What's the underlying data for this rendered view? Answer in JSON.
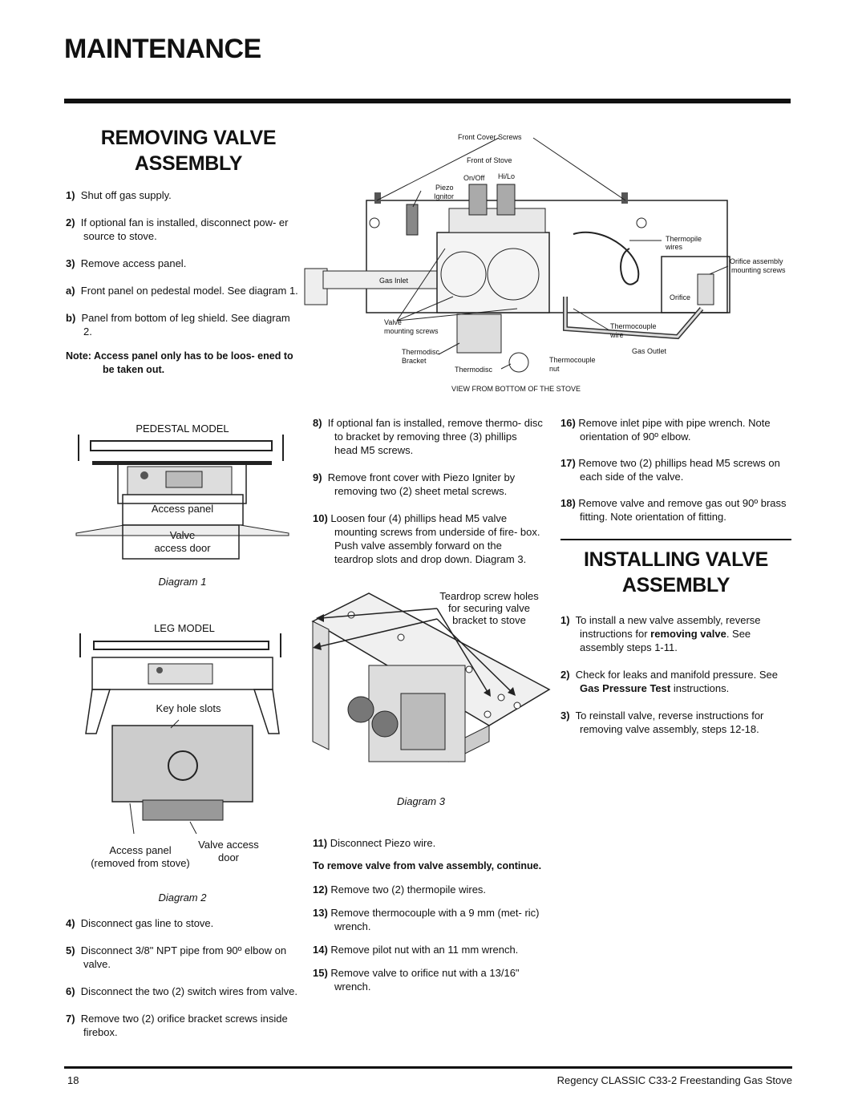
{
  "page": {
    "title": "MAINTENANCE",
    "page_number": "18",
    "footer_text": "Regency CLASSIC C33-2 Freestanding Gas Stove"
  },
  "removing": {
    "title_line1": "REMOVING  VALVE",
    "title_line2": "ASSEMBLY",
    "steps": [
      {
        "n": "1)",
        "text": "Shut off gas supply."
      },
      {
        "n": "2)",
        "text": "If optional fan is installed, disconnect pow- er source to stove."
      },
      {
        "n": "3)",
        "text": "Remove access panel."
      },
      {
        "n": "a)",
        "text": "Front panel on pedestal model. See diagram 1."
      },
      {
        "n": "b)",
        "text": "Panel from bottom of leg shield.  See diagram 2."
      }
    ],
    "note": "Note:  Access panel only has to be loos- ened to be taken out.",
    "steps_after": [
      {
        "n": "4)",
        "text": "Disconnect gas line to stove."
      },
      {
        "n": "5)",
        "text": "Disconnect 3/8\" NPT pipe from 90º elbow on valve."
      },
      {
        "n": "6)",
        "text": "Disconnect the two (2) switch wires from valve."
      },
      {
        "n": "7)",
        "text": "Remove two (2) orifice bracket screws inside firebox."
      }
    ],
    "mid_steps": [
      {
        "n": "8)",
        "text": "If optional fan is installed, remove thermo- disc to bracket by removing three (3) phillips head M5 screws."
      },
      {
        "n": "9)",
        "text": "Remove front cover with Piezo Igniter by removing two (2) sheet metal screws."
      },
      {
        "n": "10)",
        "text": "Loosen four (4) phillips head M5 valve mounting screws from underside of fire- box. Push valve assembly forward on the teardrop slots and drop down. Diagram 3."
      }
    ],
    "mid_steps_after": [
      {
        "n": "11)",
        "text": "Disconnect Piezo wire."
      }
    ],
    "continue_note": "To remove valve from valve assembly, continue.",
    "mid_steps_end": [
      {
        "n": "12)",
        "text": "Remove two (2) thermopile wires."
      },
      {
        "n": "13)",
        "text": "Remove thermocouple with a 9 mm (met- ric)  wrench."
      },
      {
        "n": "14)",
        "text": "Remove pilot nut with an 11 mm wrench."
      },
      {
        "n": "15)",
        "text": "Remove valve to orifice nut with a 13/16\" wrench."
      }
    ],
    "right_steps": [
      {
        "n": "16)",
        "text": "Remove inlet pipe with pipe wrench. Note orientation of 90º elbow."
      },
      {
        "n": "17)",
        "text": "Remove two (2) phillips head M5 screws on each side of the valve."
      },
      {
        "n": "18)",
        "text": "Remove valve and remove gas out 90º brass fitting. Note orientation of fitting."
      }
    ]
  },
  "installing": {
    "title_line1": "INSTALLING  VALVE",
    "title_line2": "ASSEMBLY",
    "step1_n": "1)",
    "step1_a": "To install a new valve assembly, reverse instructions for ",
    "step1_b": "removing valve",
    "step1_c": ".  See assembly steps 1-11.",
    "step2_n": "2)",
    "step2_a": "Check for leaks and manifold pressure. See ",
    "step2_b": "Gas Pressure Test",
    "step2_c": "   instructions.",
    "step3_n": "3)",
    "step3": "To reinstall valve, reverse instructions for removing valve assembly, steps 12-18."
  },
  "diagram_top": {
    "labels": {
      "front_cover_screws": "Front Cover Screws",
      "front_of_stove": "Front of Stove",
      "on_off": "On/Off",
      "hi_lo": "Hi/Lo",
      "piezo": "Piezo",
      "ignitor": "Ignitor",
      "thermopile": "Thermopile",
      "wires": "wires",
      "orifice_assembly": "Orifice assembly",
      "mounting_screws": "mounting screws",
      "gas_inlet": "Gas Inlet",
      "orifice": "Orifice",
      "valve": "Valve",
      "valve_mounting_screws": "mounting screws",
      "thermocouple_wire_1": "Thermocouple",
      "thermocouple_wire_2": "wire",
      "thermodisc_bracket_1": "Thermodisc",
      "thermodisc_bracket_2": "Bracket",
      "thermodisc": "Thermodisc",
      "gas_outlet": "Gas Outlet",
      "thermocouple_nut_1": "Thermocouple",
      "thermocouple_nut_2": "nut",
      "view": "VIEW FROM BOTTOM OF  THE STOVE"
    }
  },
  "diagram1": {
    "model": "PEDESTAL MODEL",
    "access_panel": "Access panel",
    "valve_access_door_1": "Valve",
    "valve_access_door_2": "access door",
    "caption": "Diagram  1"
  },
  "diagram2": {
    "model": "LEG MODEL",
    "key_hole_slots": "Key hole slots",
    "access_panel_1": "Access panel",
    "access_panel_2": "(removed from stove)",
    "valve_access_1": "Valve access",
    "valve_access_2": "door",
    "caption": "Diagram  2"
  },
  "diagram3": {
    "teardrop_1": "Teardrop screw holes",
    "teardrop_2": "for securing valve",
    "teardrop_3": "bracket to stove",
    "caption": "Diagram  3"
  }
}
